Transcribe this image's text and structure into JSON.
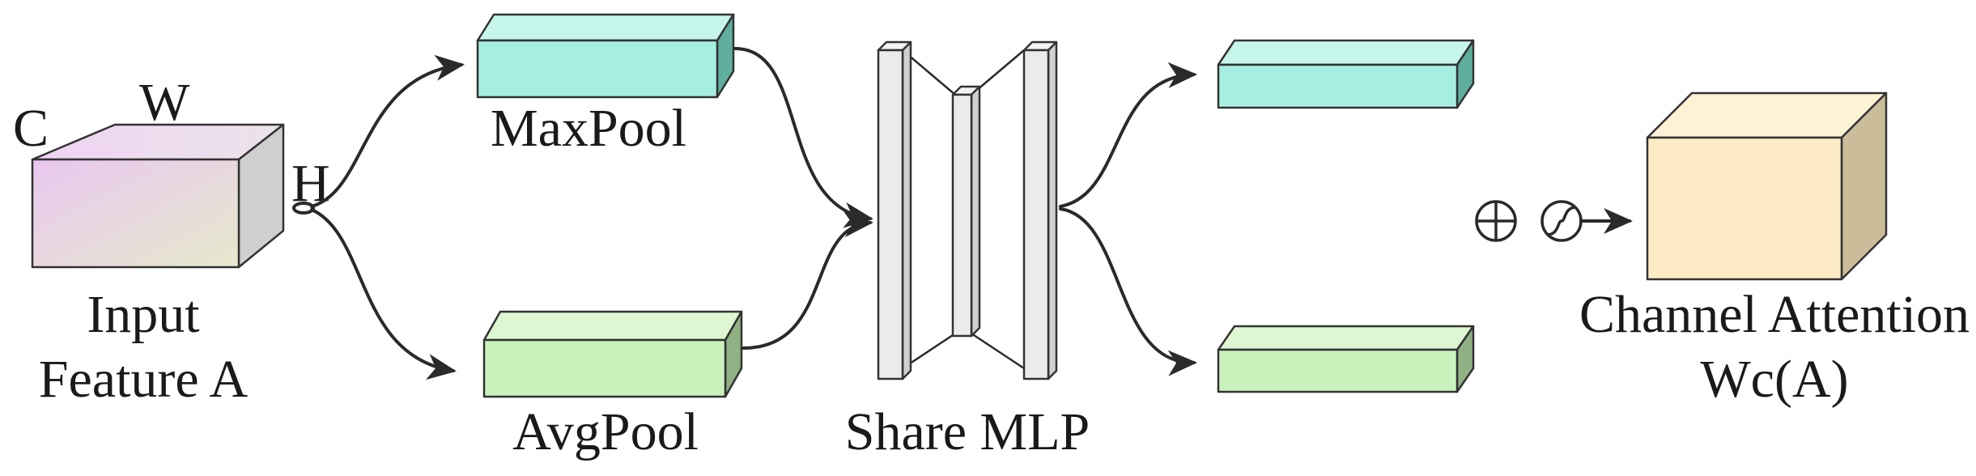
{
  "input_block": {
    "dim_c": "C",
    "dim_w": "W",
    "dim_h": "H",
    "caption_line1": "Input",
    "caption_line2": "Feature A"
  },
  "pool_blocks": {
    "max_label": "MaxPool",
    "avg_label": "AvgPool"
  },
  "mlp": {
    "label": "Share MLP"
  },
  "output_block": {
    "caption_line1": "Channel Attention",
    "caption_line2": "Wc(A)"
  },
  "operators": {
    "add_symbol": "⊕",
    "sigmoid_symbol": "sigmoid"
  },
  "colors": {
    "max_front": "#a6efe0",
    "max_top": "#c6f5ea",
    "max_side": "#5fae9e",
    "avg_front": "#c9f2bc",
    "avg_top": "#dcf7d2",
    "avg_side": "#8fb184",
    "attn_front": "#fcebc4",
    "attn_top": "#fdf1d6",
    "attn_side": "#cbbd99",
    "mlp_fill": "#ebebeb",
    "mlp_side": "#d0d0d0"
  }
}
